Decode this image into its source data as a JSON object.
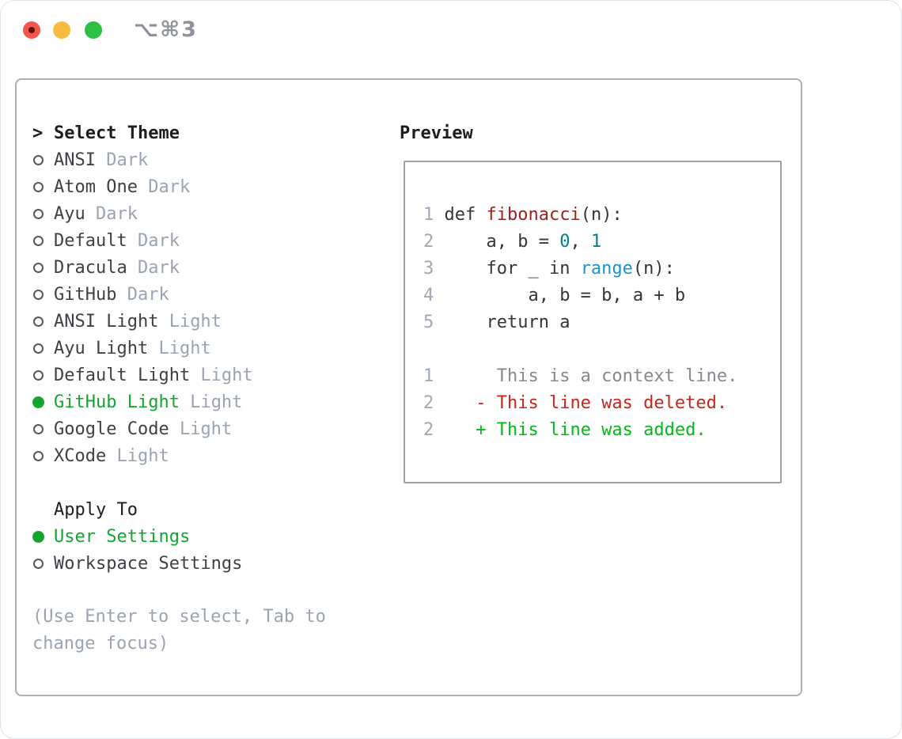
{
  "window": {
    "title": "⌥⌘3"
  },
  "theme_panel": {
    "header": {
      "prompt": ">",
      "label": "Select Theme"
    },
    "themes": [
      {
        "name": "ANSI",
        "variant": "Dark",
        "selected": false
      },
      {
        "name": "Atom One",
        "variant": "Dark",
        "selected": false
      },
      {
        "name": "Ayu",
        "variant": "Dark",
        "selected": false
      },
      {
        "name": "Default",
        "variant": "Dark",
        "selected": false
      },
      {
        "name": "Dracula",
        "variant": "Dark",
        "selected": false
      },
      {
        "name": "GitHub",
        "variant": "Dark",
        "selected": false
      },
      {
        "name": "ANSI Light",
        "variant": "Light",
        "selected": false
      },
      {
        "name": "Ayu Light",
        "variant": "Light",
        "selected": false
      },
      {
        "name": "Default Light",
        "variant": "Light",
        "selected": false
      },
      {
        "name": "GitHub Light",
        "variant": "Light",
        "selected": true
      },
      {
        "name": "Google Code",
        "variant": "Light",
        "selected": false
      },
      {
        "name": "XCode",
        "variant": "Light",
        "selected": false
      }
    ],
    "apply_to": {
      "label": "Apply To",
      "options": [
        {
          "name": "User Settings",
          "selected": true
        },
        {
          "name": "Workspace Settings",
          "selected": false
        }
      ]
    },
    "hint": "(Use Enter to select, Tab to change focus)"
  },
  "preview": {
    "label": "Preview",
    "lines": [
      {
        "num": "1",
        "segments": [
          {
            "text": "def ",
            "color": "plain"
          },
          {
            "text": "fibonacci",
            "color": "function"
          },
          {
            "text": "(n):",
            "color": "plain"
          }
        ]
      },
      {
        "num": "2",
        "segments": [
          {
            "text": "    a, b = ",
            "color": "plain"
          },
          {
            "text": "0",
            "color": "number"
          },
          {
            "text": ", ",
            "color": "plain"
          },
          {
            "text": "1",
            "color": "number"
          }
        ]
      },
      {
        "num": "3",
        "segments": [
          {
            "text": "    for _ in ",
            "color": "plain"
          },
          {
            "text": "range",
            "color": "builtin"
          },
          {
            "text": "(n):",
            "color": "plain"
          }
        ]
      },
      {
        "num": "4",
        "segments": [
          {
            "text": "        a, b = b, a + b",
            "color": "plain"
          }
        ]
      },
      {
        "num": "5",
        "segments": [
          {
            "text": "    return a",
            "color": "plain"
          }
        ]
      },
      {
        "num": "",
        "segments": []
      },
      {
        "num": "1",
        "segments": [
          {
            "text": "     This is a context line.",
            "color": "context"
          }
        ]
      },
      {
        "num": "2",
        "segments": [
          {
            "text": "   - This line was deleted.",
            "color": "deleted"
          }
        ]
      },
      {
        "num": "2",
        "segments": [
          {
            "text": "   + This line was added.",
            "color": "added"
          }
        ]
      }
    ]
  },
  "colors": {
    "accent_green": "#14a531",
    "diff_green": "#00ba16",
    "diff_red": "#c9251a",
    "func_red": "#9e1e1a",
    "number_teal": "#00808a",
    "builtin_blue": "#1595cc",
    "code_plain": "#333539",
    "context_gray": "#85898f",
    "muted_gray": "#9aa4b0",
    "line_number_gray": "#9fa8b6",
    "text_dark": "#3d4045",
    "header_black": "#1b1d20",
    "radio_ring": "#55585c",
    "panel_border": "#a9b0b8",
    "preview_border": "#9aa1a8",
    "titlebar_gray": "#8e939a",
    "traffic_red": "#f2564e",
    "traffic_red_dot": "#611008",
    "traffic_yellow": "#f6bd40",
    "traffic_green": "#2ebf46"
  }
}
